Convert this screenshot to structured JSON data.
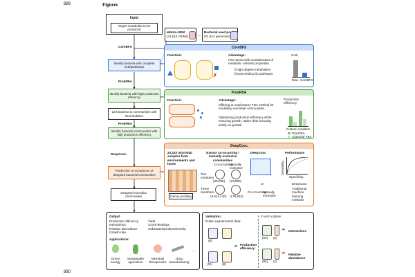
{
  "page": {
    "line_top": "889",
    "line_bottom": "890",
    "heading": "Figures"
  },
  "input": {
    "title": "Input",
    "target": "Target metabolite to be produced"
  },
  "gem": {
    "title": "eBiota-GEM",
    "count": "(21,514 GEMs)"
  },
  "seed": {
    "title": "Bacterial seed pool",
    "count": "(21,514 genomes)"
  },
  "stages": {
    "corebfs": "CoreBFS",
    "prodfba": "ProdFBA",
    "prodfba2": "ProdFBA",
    "deepcooc": "DeepCooc"
  },
  "steps": {
    "s1": "Identify bacteria with complete (sub)pathways",
    "s2": "Identify bacteria with high production efficiency",
    "s3": "Link bacteria to communities with intermediates",
    "s4": "Identify bacterial communities with high production efficiency",
    "s5": "Predict the co-occurrence of designed bacterial communities",
    "s6": "Designed microbial communities"
  },
  "corebfs": {
    "title": "CoreBFS",
    "function": "Function:",
    "advantage": "Advantage:",
    "adv_text": "Fine-tuned with consideration of metabolic network properties",
    "adv1": "①high-degree metabolites",
    "adv2": "②branched/cyclic pathways",
    "cost": "Cost",
    "raw": "Raw",
    "core": "CoreBFS"
  },
  "prodfba": {
    "title": "ProdFBA",
    "function": "Function:",
    "advantage": "Advantage:",
    "adv1": "Offering an exploratory FBA method for modelling microbial communities",
    "adv2": "Optimizing production efficiency while ensuring growth, rather than focusing solely on growth",
    "ylabel": "Production efficiency",
    "xlabel": "Culture condition",
    "legend1": "ProdFBA",
    "legend2": "Classical FBA"
  },
  "deepcooc": {
    "title": "DeepCooc",
    "samples": "23,323 microbial samples from environments and hosts",
    "genus": "Genus profiling",
    "extract": "Extract co-occurring / mutually exclusive communities",
    "co": "Co-occurring",
    "mutual": "Mutually exclusive",
    "two": "Two members",
    "three": "Three members",
    "n1": "(45,005)",
    "n2": "(23,560)",
    "n3": "(3,612,130)",
    "n4": "(178,815)",
    "dc": "DeepCooc",
    "co2": "Co-occurring",
    "or": "or",
    "mutual2": "Mutually exclusive",
    "perf": "Performance",
    "sens": "Sensitivity",
    "spec": "Specificity",
    "legend1": "DeepCooc",
    "legend2": "Traditional machine learning methods"
  },
  "output": {
    "title": "Output:",
    "col1": [
      "Production efficiency",
      "Interactions",
      "Relative abundance",
      "Growth rate"
    ],
    "col2": [
      "Yield",
      "Cross-feedings",
      "Substrates/products/media"
    ],
    "apps": "Applications:",
    "app_labels": [
      "Green energy",
      "Sustainable agriculture",
      "Microbial therapeutics",
      "Drug manufacturing",
      "..."
    ]
  },
  "validation": {
    "title": "Validation:",
    "public": "Public experimental data:",
    "invitro": "In vitro culture:",
    "c1": "(8)",
    "c2": "(11)",
    "c3": "(8)",
    "prod": "Production efficiency",
    "v1": "(94)",
    "v2": "(2)",
    "v3": "(94)",
    "v4": "(2)",
    "inter": "Interactions",
    "rel": "Relative abundance"
  },
  "colors": {
    "blue": "#2f6fd6",
    "green": "#3f9a3a",
    "orange": "#e0731f",
    "fill_blue": "#e6effc",
    "fill_green": "#e9f5e4",
    "fill_orange": "#fbe9dc"
  }
}
